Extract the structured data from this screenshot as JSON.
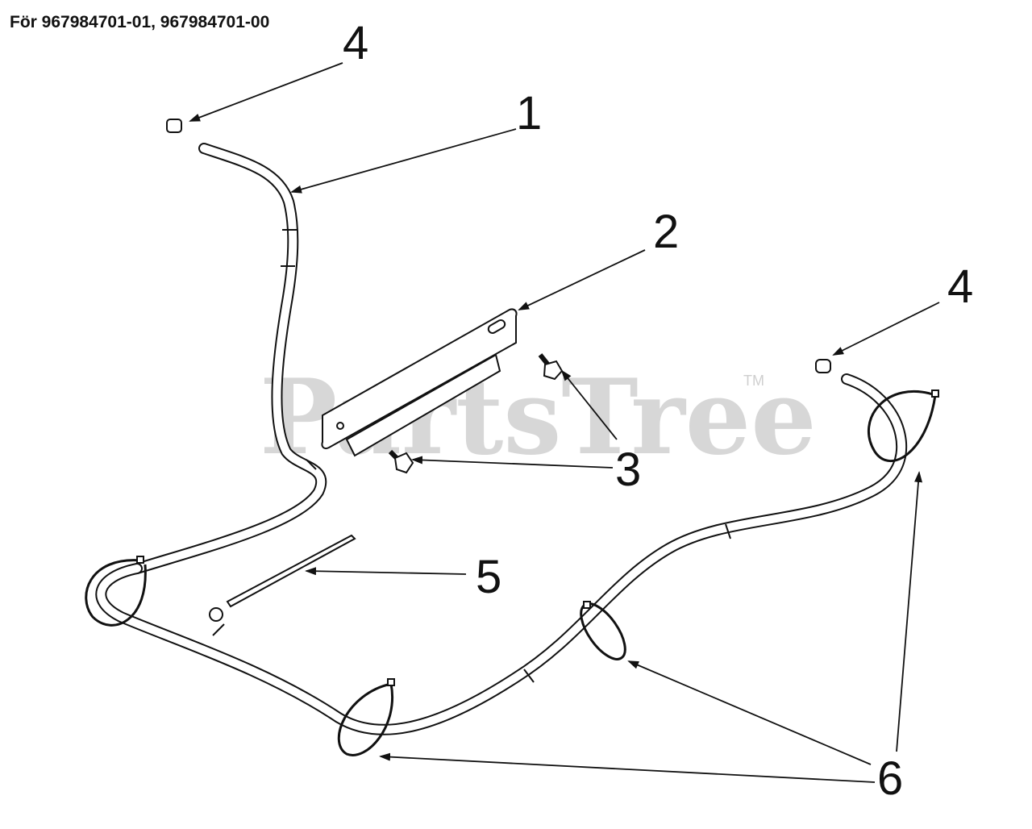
{
  "header": {
    "caption": "För 967984701-01, 967984701-00"
  },
  "watermark": {
    "brand": "PartsTree",
    "trademark": "TM"
  },
  "callouts": [
    {
      "id": "c4a",
      "label": "4"
    },
    {
      "id": "c1",
      "label": "1"
    },
    {
      "id": "c2",
      "label": "2"
    },
    {
      "id": "c4b",
      "label": "4"
    },
    {
      "id": "c3",
      "label": "3"
    },
    {
      "id": "c5",
      "label": "5"
    },
    {
      "id": "c6",
      "label": "6"
    }
  ]
}
